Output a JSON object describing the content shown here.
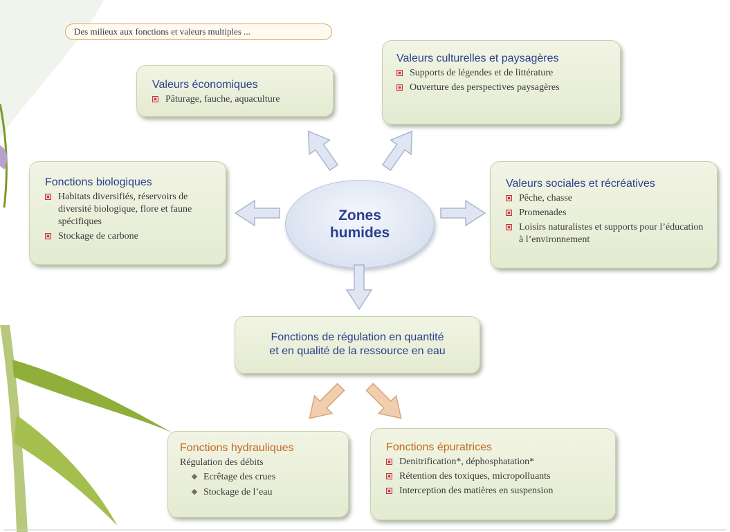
{
  "header": {
    "text": "Des milieux aux fonctions et valeurs multiples ..."
  },
  "center": {
    "label": "Zones\nhumides"
  },
  "valeurs_economiques": {
    "title": "Valeurs économiques",
    "items": [
      "Pâturage, fauche, aquaculture"
    ]
  },
  "valeurs_culturelles": {
    "title": "Valeurs culturelles et paysagères",
    "items": [
      "Supports de légendes et de littérature",
      "Ouverture des perspectives paysagères"
    ]
  },
  "fonctions_biologiques": {
    "title": "Fonctions biologiques",
    "items": [
      "Habitats diversifiés, réservoirs de diversité biologique, flore et faune spécifiques",
      "Stockage de carbone"
    ]
  },
  "valeurs_sociales": {
    "title": "Valeurs sociales et récréatives",
    "items": [
      "Pêche, chasse",
      "Promenades",
      "Loisirs naturalistes et supports pour l’éducation à l’environnement"
    ]
  },
  "fonctions_regulation": {
    "title_line1": "Fonctions de régulation en quantité",
    "title_line2": "et en qualité de la ressource en eau"
  },
  "fonctions_hydrauliques": {
    "title": "Fonctions hydrauliques",
    "subtitle": "Régulation des débits",
    "items": [
      "Ecrêtage des crues",
      "Stockage de l’eau"
    ]
  },
  "fonctions_epuratrices": {
    "title": "Fonctions épuratrices",
    "items": [
      "Denitrification*, déphosphatation*",
      "Rétention des toxiques, micropolluants",
      "Interception des matières en suspension"
    ]
  },
  "colors": {
    "box_fill": "#e8eed8",
    "title_blue": "#2a3f8f",
    "title_orange": "#c46a1c",
    "bullet_red": "#c2393c",
    "arrow_blue": "#dfe5f2",
    "arrow_orange": "#f1cfae"
  }
}
